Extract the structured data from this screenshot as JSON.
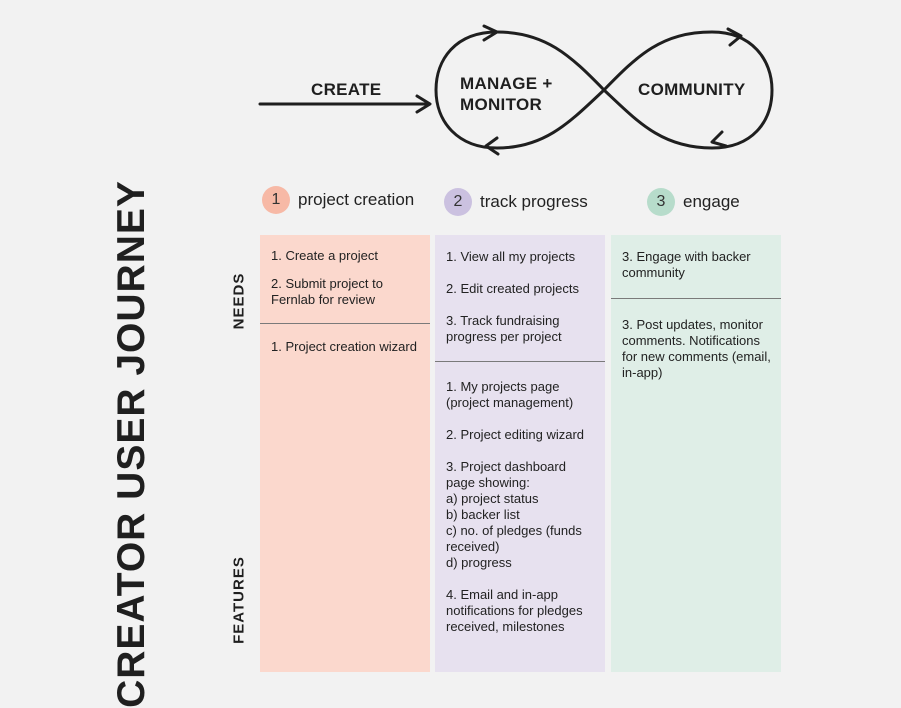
{
  "title": "CREATOR USER JOURNEY",
  "row_labels": {
    "needs": "NEEDS",
    "features": "FEATURES"
  },
  "flow": {
    "create": "CREATE",
    "manage": "MANAGE +\nMONITOR",
    "community": "COMMUNITY"
  },
  "colors": {
    "creation": "#fbd8cd",
    "creation_badge": "#f7b9a6",
    "progress": "#e7e1ef",
    "progress_badge": "#cbc1e0",
    "engage": "#dfeee7",
    "engage_badge": "#b7dccb",
    "line": "#1f1f1f"
  },
  "stages": [
    {
      "num": "1",
      "label": "project creation",
      "needs": [
        "1. Create a project",
        "2. Submit project to Fernlab for review"
      ],
      "features": [
        "1. Project creation wizard"
      ]
    },
    {
      "num": "2",
      "label": "track progress",
      "needs": [
        "1. View all my projects",
        "2. Edit created projects",
        "3. Track fundraising progress per project"
      ],
      "features": [
        "1. My projects page (project management)",
        "2. Project editing wizard",
        "3. Project dashboard page showing:\na) project status\nb) backer list\nc) no. of pledges (funds received)\nd) progress",
        "4. Email and in-app notifications for pledges received, milestones"
      ]
    },
    {
      "num": "3",
      "label": "engage",
      "needs": [
        "3. Engage with backer community"
      ],
      "features": [
        "3. Post updates, monitor comments. Notifications for new comments (email, in-app)"
      ]
    }
  ]
}
